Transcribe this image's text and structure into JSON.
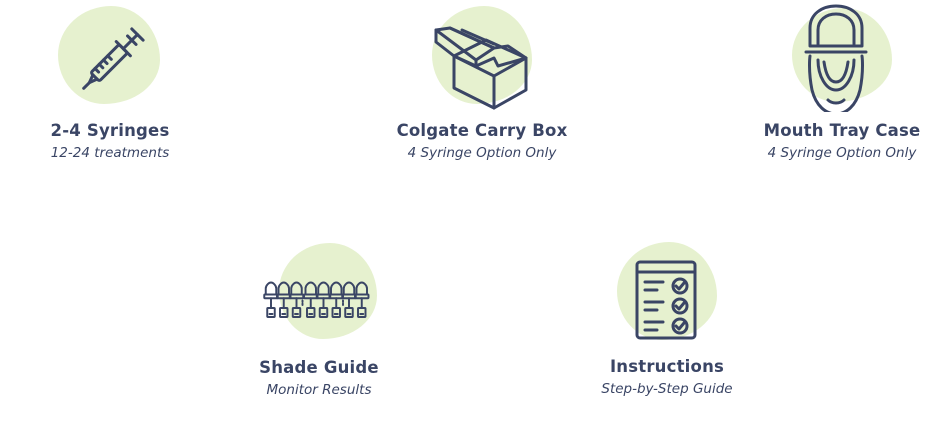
{
  "colors": {
    "icon_stroke": "#3a4565",
    "blob_fill": "#e6f1cf",
    "text": "#3a4565"
  },
  "features": [
    {
      "icon": "syringe-icon",
      "title": "2-4 Syringes",
      "subtitle": "12-24 treatments"
    },
    {
      "icon": "carry-box-icon",
      "title": "Colgate Carry Box",
      "subtitle": "4 Syringe Option Only"
    },
    {
      "icon": "mouth-tray-case-icon",
      "title": "Mouth Tray Case",
      "subtitle": "4 Syringe Option Only"
    },
    {
      "icon": "shade-guide-icon",
      "title": "Shade Guide",
      "subtitle": "Monitor Results"
    },
    {
      "icon": "instructions-checklist-icon",
      "title": "Instructions",
      "subtitle": "Step-by-Step Guide"
    }
  ]
}
